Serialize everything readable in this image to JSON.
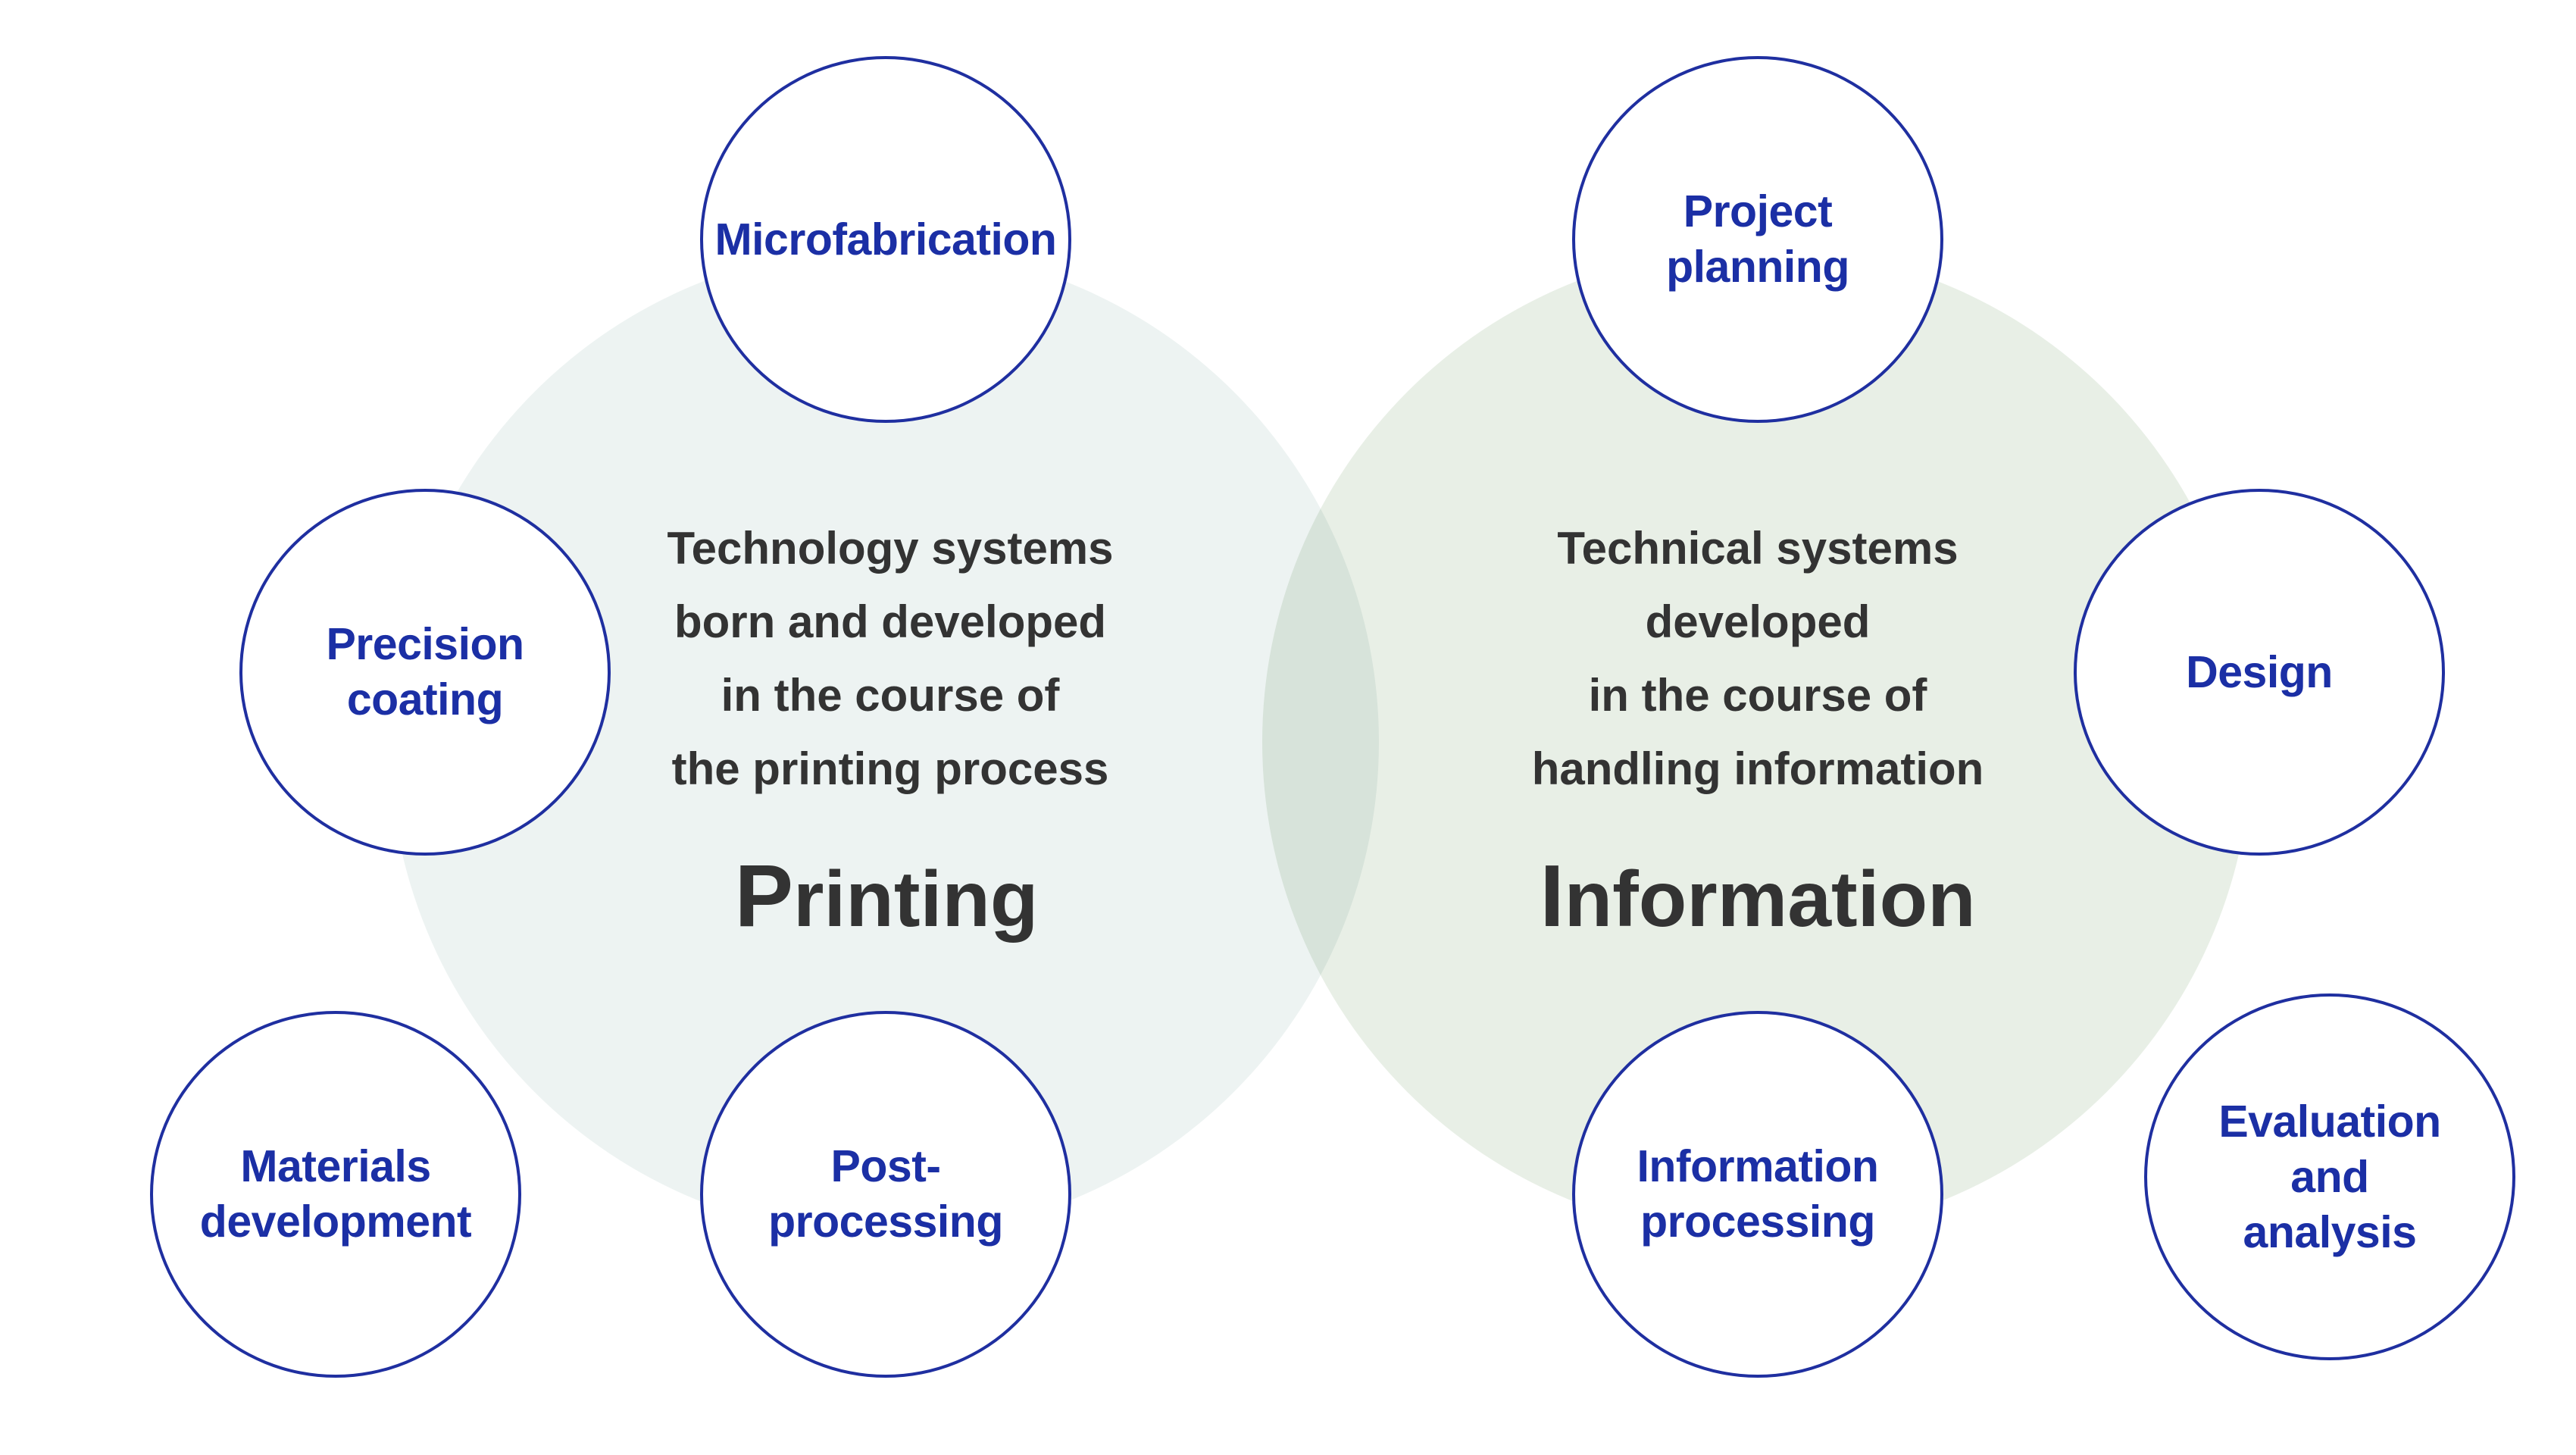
{
  "colors": {
    "printing_area": "#edf3f2",
    "information_area": "#e8efe6",
    "node_border": "#1f2fa0",
    "node_text": "#1b2fa5",
    "body_text": "#333333"
  },
  "printing": {
    "description": "Technology systems\nborn and developed\nin the course of\nthe printing process",
    "title_initial": "P",
    "title_rest": "rinting",
    "nodes": {
      "microfabrication": "Microfabrication",
      "precision_coating": "Precision\ncoating",
      "materials_development": "Materials\ndevelopment",
      "post_processing": "Post-\nprocessing"
    }
  },
  "information": {
    "description": "Technical systems\ndeveloped\nin the course of\nhandling information",
    "title_initial": "I",
    "title_rest": "nformation",
    "nodes": {
      "project_planning": "Project\nplanning",
      "design": "Design",
      "information_processing": "Information\nprocessing",
      "evaluation_and_analysis": "Evaluation\nand\nanalysis"
    }
  }
}
